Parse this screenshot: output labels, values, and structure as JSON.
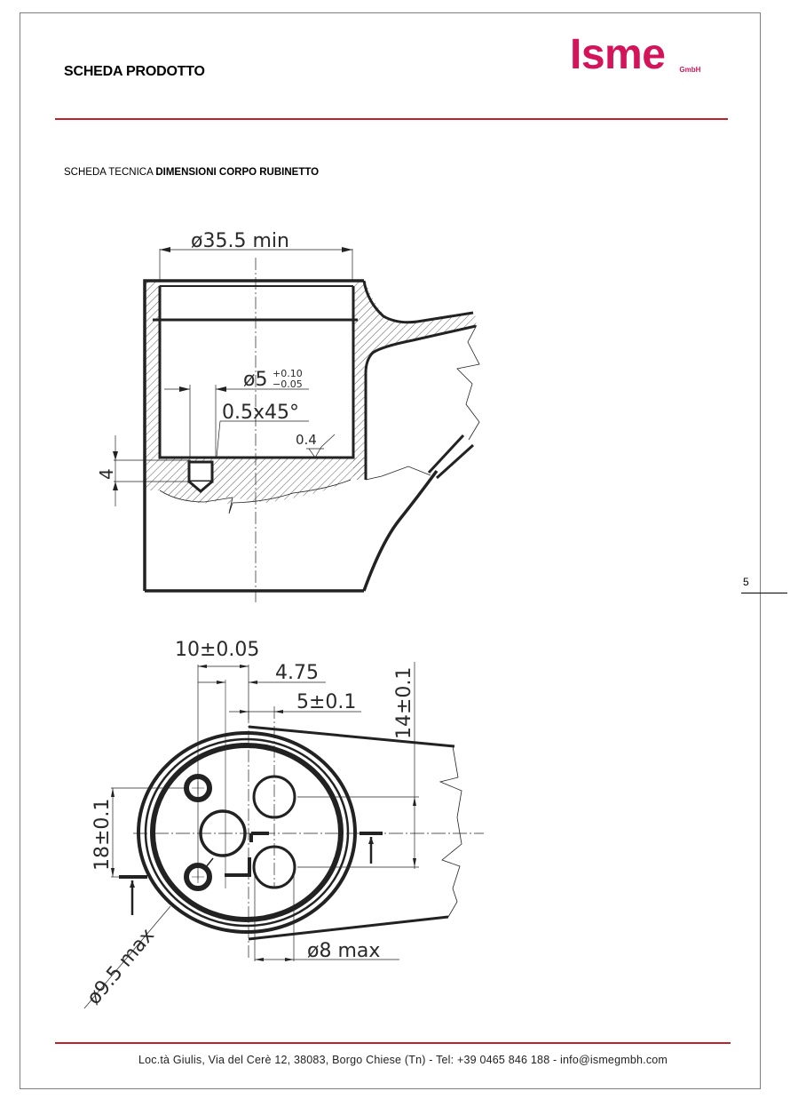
{
  "header": {
    "title": "SCHEDA PRODOTTO",
    "logo": {
      "name": "Isme",
      "suffix": "GmbH",
      "color": "#d4145a"
    },
    "rule_color": "#c0202a"
  },
  "section": {
    "prefix": "SCHEDA TECNICA ",
    "title": "DIMENSIONI CORPO RUBINETTO"
  },
  "drawing_top": {
    "view": "section",
    "dimensions": {
      "bore_diameter": "ø35.5 min",
      "hole_diameter_nominal": "ø5",
      "hole_tol_upper": "+0.10",
      "hole_tol_lower": "−0.05",
      "chamfer": "0.5x45°",
      "roughness": "0.4",
      "hole_depth": "4"
    }
  },
  "drawing_bottom": {
    "view": "plan",
    "dimensions": {
      "spacing_1": "10±0.05",
      "spacing_2": "4.75",
      "spacing_3": "5±0.1",
      "vertical_1": "14±0.1",
      "vertical_2": "18±0.1",
      "hole_large": "ø9.5 max",
      "hole_small": "ø8 max"
    }
  },
  "page_number": "5",
  "footer": {
    "text": "Loc.tà Giulis, Via del Cerè 12, 38083, Borgo Chiese (Tn)  - Tel: +39 0465 846 188 - info@ismegmbh.com"
  }
}
